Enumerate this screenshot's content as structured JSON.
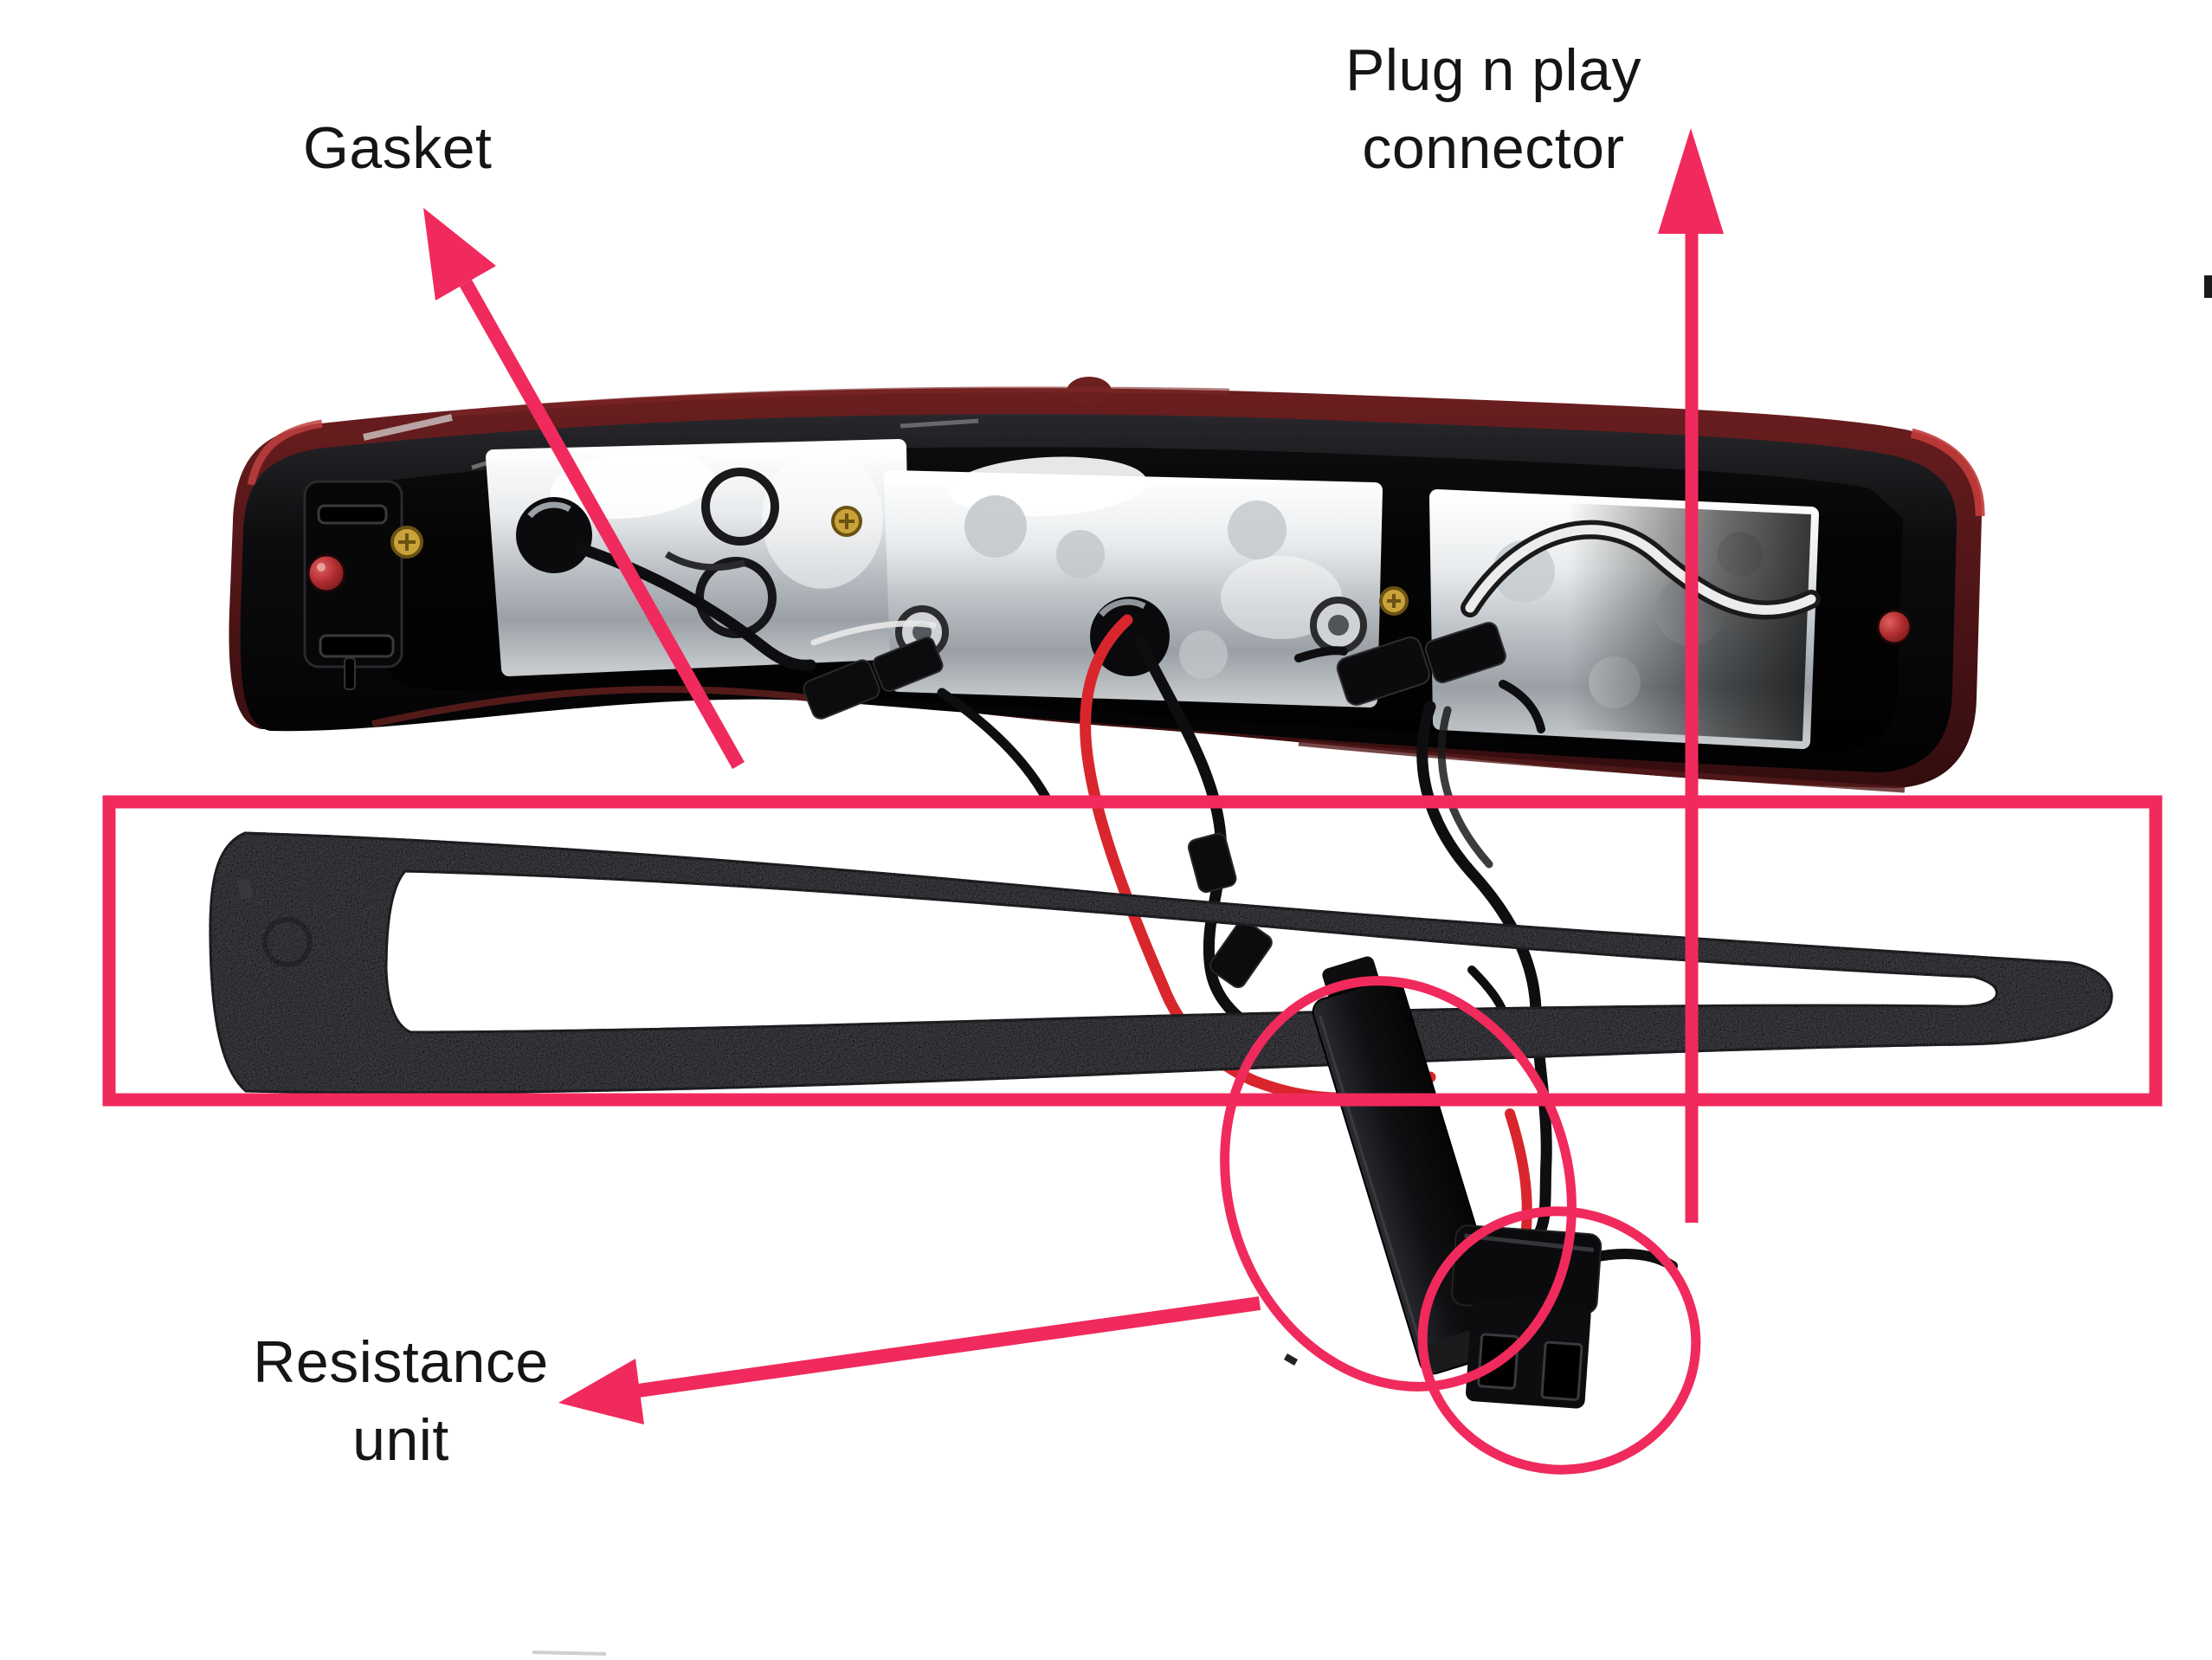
{
  "page": {
    "background": "#ffffff"
  },
  "annotations": {
    "accent_color": "#F02A5C",
    "label_color": "#151515",
    "callouts": [
      {
        "part": "gasket",
        "label": "Gasket",
        "arrow_direction": "up-left"
      },
      {
        "part": "plug-n-play-connector",
        "label": "Plug n play\nconnector",
        "arrow_direction": "up"
      },
      {
        "part": "resistance-unit",
        "label": "Resistance\nunit",
        "arrow_direction": "left"
      }
    ]
  },
  "photo": {
    "depicted_parts": [
      "third-brake-light-housing",
      "red-lens-edge",
      "silver-mounting-panels",
      "rubber-gasket",
      "wiring-harness",
      "resistance-unit",
      "plug-n-play-connector"
    ],
    "colors": {
      "lens_red": "#4f1517",
      "housing_black": "#0d0d0f",
      "panel_silver": "#d9dcdf",
      "gasket_gray": "#57555c",
      "wire_red": "#d8262c",
      "wire_white": "#ececec",
      "screw_brass": "#c9a23a"
    }
  }
}
